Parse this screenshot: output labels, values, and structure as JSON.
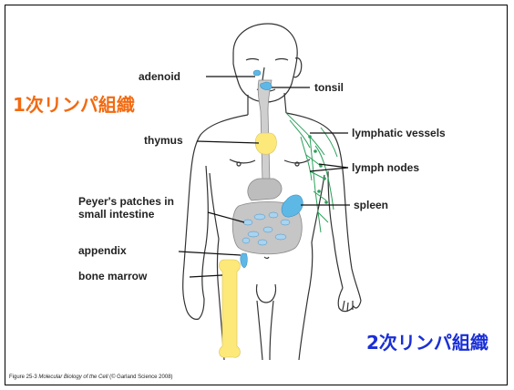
{
  "labels": {
    "adenoid": "adenoid",
    "tonsil": "tonsil",
    "thymus": "thymus",
    "lymphatic_vessels": "lymphatic vessels",
    "lymph_nodes": "lymph nodes",
    "peyers_line1": "Peyer's patches in",
    "peyers_line2": "small intestine",
    "spleen": "spleen",
    "appendix": "appendix",
    "bone_marrow": "bone marrow"
  },
  "headings": {
    "primary": "1次リンパ組織",
    "secondary": "2次リンパ組織"
  },
  "caption": {
    "prefix": "Figure 25-3 ",
    "title": "Molecular Biology of the Cell",
    "suffix": " (© Garland Science 2008)"
  },
  "colors": {
    "primary_heading": "#f26a10",
    "secondary_heading": "#1a2fd6",
    "primary_organs": "#fde97a",
    "organ_blue": "#5eb8e6",
    "lymph_green": "#2aa05a"
  }
}
